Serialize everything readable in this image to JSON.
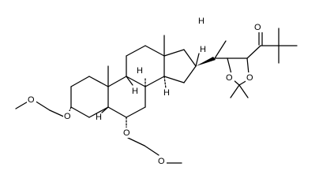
{
  "structure": {
    "atom_labels": {
      "ketone_o": "O",
      "dioxolane_o_upper": "O",
      "dioxolane_o_lower": "O",
      "mom3_o1": "O",
      "mom3_o2": "O",
      "mom6_o1": "O",
      "mom6_o2": "O",
      "h_c20": "H",
      "h_c8": "H",
      "h_c9": "H",
      "h_c14": "H",
      "h_c17": "H",
      "h_c5": "H"
    }
  }
}
